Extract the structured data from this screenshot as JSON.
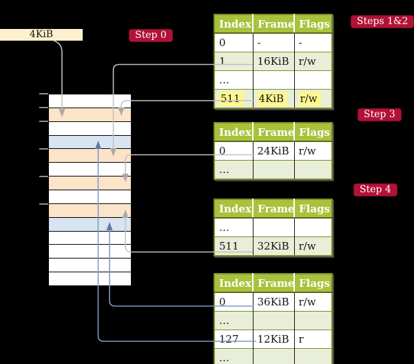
{
  "labels": {
    "frame_size": "4KiB"
  },
  "badges": {
    "step0": "Step 0",
    "steps12": "Steps 1&2",
    "step3": "Step 3",
    "step4": "Step 4"
  },
  "palette": {
    "background": "#000000",
    "badge_red": "#b21238",
    "table_header_green": "#a9c23c",
    "table_border_olive": "#7d8d28",
    "row_alt_green": "#e9eed8",
    "highlight_yellow": "#fdf78f",
    "frame_label_cream": "#fdf0cc",
    "wire_gray": "#c2c2c2",
    "wire_blue": "#7f9ac4",
    "white": "#ffffff",
    "peach": "#fce4c9",
    "blue": "#d9e4f3"
  },
  "memory": {
    "rows": [
      "white",
      "peach",
      "white",
      "blue",
      "peach",
      "white",
      "peach",
      "white",
      "peach",
      "blue",
      "white",
      "white",
      "white",
      "white"
    ]
  },
  "tables": [
    {
      "step": "Steps 1&2",
      "headers": [
        "Index",
        "Frame",
        "Flags"
      ],
      "rows": [
        {
          "cells": [
            "0",
            "-",
            "-"
          ]
        },
        {
          "cells": [
            "1",
            "16KiB",
            "r/w"
          ]
        },
        {
          "cells": [
            "…",
            "",
            ""
          ]
        },
        {
          "cells": [
            "511",
            "4KiB",
            "r/w"
          ],
          "highlight": true
        }
      ]
    },
    {
      "step": "Step 3",
      "headers": [
        "Index",
        "Frame",
        "Flags"
      ],
      "rows": [
        {
          "cells": [
            "0",
            "24KiB",
            "r/w"
          ]
        },
        {
          "cells": [
            "…",
            "",
            ""
          ]
        }
      ]
    },
    {
      "step": "Step 4",
      "headers": [
        "Index",
        "Frame",
        "Flags"
      ],
      "rows": [
        {
          "cells": [
            "…",
            "",
            ""
          ]
        },
        {
          "cells": [
            "511",
            "32KiB",
            "r/w"
          ]
        }
      ]
    },
    {
      "step": "",
      "headers": [
        "Index",
        "Frame",
        "Flags"
      ],
      "rows": [
        {
          "cells": [
            "0",
            "36KiB",
            "r/w"
          ]
        },
        {
          "cells": [
            "…",
            "",
            ""
          ]
        },
        {
          "cells": [
            "127",
            "12KiB",
            "r"
          ]
        },
        {
          "cells": [
            "…",
            "",
            ""
          ]
        }
      ]
    }
  ],
  "connectors": [
    {
      "from": "frame-size-label-4KiB",
      "to": "memory-row-2-peach",
      "color": "gray"
    },
    {
      "from": "table-1-row-1-16KiB",
      "to": "memory-row-5-peach",
      "color": "gray"
    },
    {
      "from": "table-1-row-511-4KiB",
      "to": "memory-row-2-peach",
      "color": "gray"
    },
    {
      "from": "table-2-row-0-24KiB",
      "to": "memory-row-7-peach",
      "color": "gray"
    },
    {
      "from": "table-3-row-511-32KiB",
      "to": "memory-row-9-peach",
      "color": "gray"
    },
    {
      "from": "table-4-row-0-36KiB",
      "to": "memory-row-10-blue",
      "color": "blue"
    },
    {
      "from": "table-4-row-127-12KiB",
      "to": "memory-row-4-blue",
      "color": "blue"
    }
  ]
}
